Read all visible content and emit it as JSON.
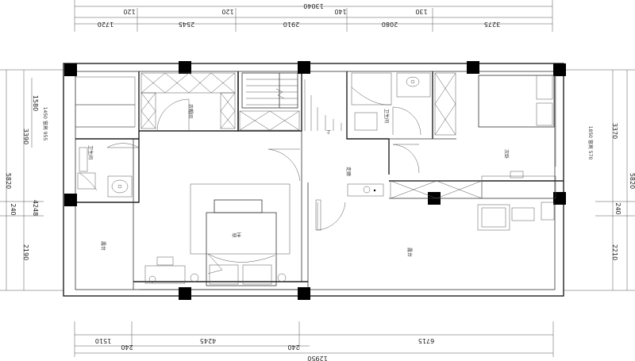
{
  "dimensions": {
    "top_total": "13040",
    "top_small": [
      "120",
      "120",
      "140",
      "130"
    ],
    "top_segments": [
      "1720",
      "2545",
      "2910",
      "2080",
      "3275"
    ],
    "bottom_total": "12950",
    "bottom_small": [
      "240",
      "240"
    ],
    "bottom_segments": [
      "1510",
      "4245",
      "6715"
    ],
    "left_outer": "5820",
    "left_upper": "3390",
    "left_inner": "1580",
    "left_mid": "240",
    "left_mid2": "4248",
    "left_lower": "2190",
    "right_outer": "5820",
    "right_upper": "3370",
    "right_mid": "240",
    "right_lower": "2210"
  },
  "notes": {
    "left_window": "1450 窗高 955",
    "right_window": "1850 窗高 570"
  },
  "rooms": {
    "bath_left": "卫生间",
    "bath_right": "卫生间",
    "closet": "衣帽间",
    "bedroom_right": "次卧",
    "master_bedroom": "主卧",
    "terrace_left": "露台",
    "terrace_right": "露台",
    "corridor": "走廊",
    "stair_mark": "上"
  }
}
